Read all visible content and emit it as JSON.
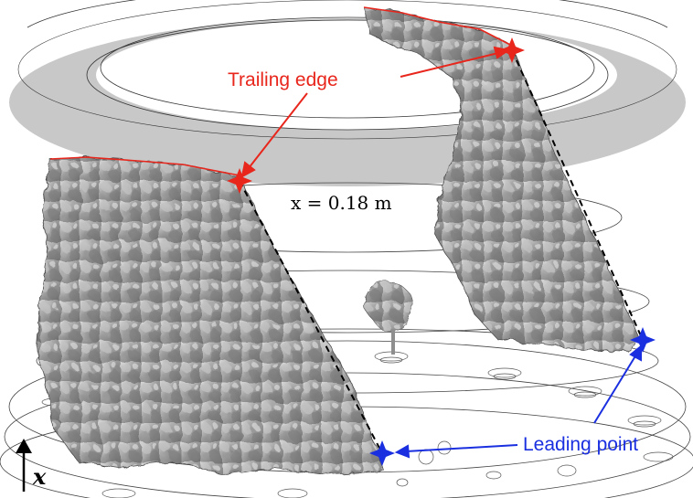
{
  "annotations": {
    "trailing_edge": "Trailing edge",
    "leading_point": "Leading point",
    "position_label": "x = 0.18 m",
    "axis_symbol": "x"
  },
  "colors": {
    "trailing": "#e8261c",
    "leading": "#1a2fe0",
    "flame_surface": "#9a9a9a",
    "ring_shade": "#c8c8c8",
    "outline": "#333333"
  },
  "icons": [
    "up-arrow-icon",
    "star-marker-icon"
  ]
}
